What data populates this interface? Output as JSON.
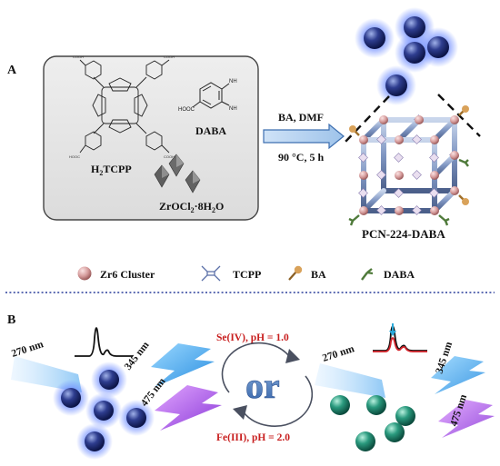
{
  "panel_a": {
    "label": "A",
    "reagent_1": "H",
    "reagent_1_sub": "2",
    "reagent_1_rest": "TCPP",
    "reagent_2": "DABA",
    "reagent_3_main": "ZrOCl",
    "reagent_3_sub": "2",
    "reagent_3_rest": "·8H",
    "reagent_3_sub2": "2",
    "reagent_3_end": "O",
    "daba_groups": {
      "nh2_top": "NH",
      "nh2_mid": "NH",
      "acid": "HOOC"
    },
    "condition_top": "BA, DMF",
    "condition_bottom": "90 °C, 5 h",
    "product": "PCN-224-DABA"
  },
  "legend": {
    "items": [
      {
        "label": "Zr6 Cluster",
        "icon": "zr6-cluster-icon",
        "color": "#d4a3a3"
      },
      {
        "label": "TCPP",
        "icon": "tcpp-linker-icon",
        "color": "#5a6fa8"
      },
      {
        "label": "BA",
        "icon": "ba-icon",
        "color": "#c48a3a"
      },
      {
        "label": "DABA",
        "icon": "daba-icon",
        "color": "#4f7a3a"
      }
    ]
  },
  "panel_b": {
    "label": "B",
    "left_excitation": "270 nm",
    "left_emission_1": "345 nm",
    "left_emission_2": "475 nm",
    "condition_top": "Se(IV), pH = 1.0",
    "center_word": "or",
    "condition_bottom": "Fe(III), pH = 2.0",
    "right_excitation": "270 nm",
    "right_emission_1": "345 nm",
    "right_emission_2": "475 nm"
  },
  "colors": {
    "mof_before": "#2a3a8a",
    "mof_after": "#1f8a72",
    "glow": "#6a8cff",
    "accent_red": "#c81e1e",
    "divider": "#2a3f9a"
  }
}
